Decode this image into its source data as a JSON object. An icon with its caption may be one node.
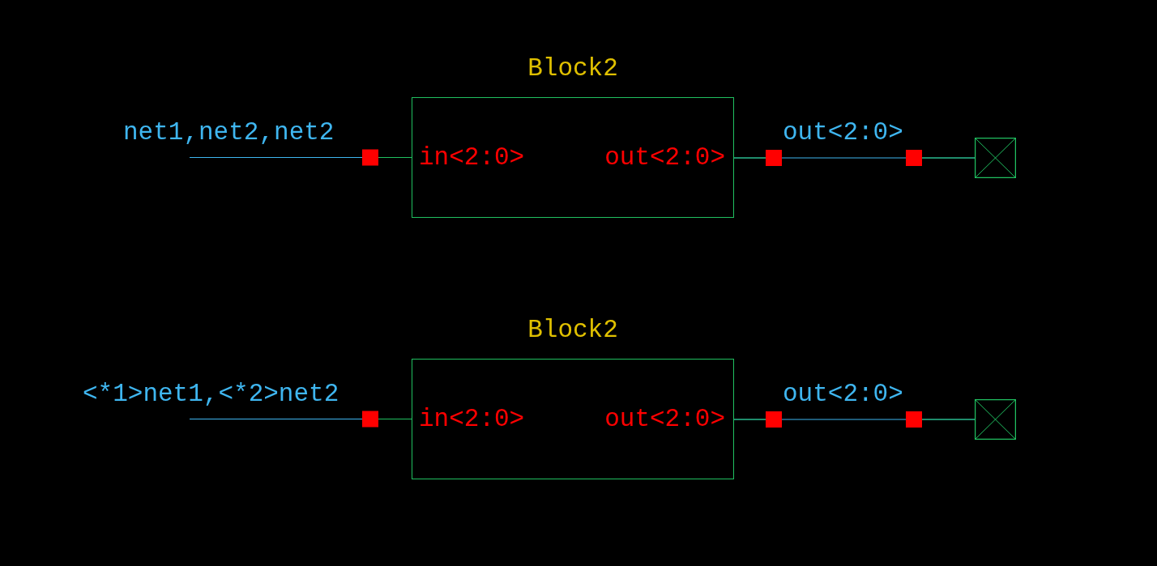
{
  "diagram": {
    "nodes": [
      {
        "text": [
          "Block2",
          "in<2:0>",
          "out<2:0>"
        ]
      },
      {
        "text": [],
        "shape": "box"
      },
      {
        "text": [
          "Block2",
          "in<2:0>",
          "out<2:0>"
        ]
      },
      {
        "text": [],
        "shape": "box"
      }
    ],
    "edges": [
      {
        "from": null,
        "to": 0,
        "arrow": "none",
        "label": "net1,net2,net2"
      },
      {
        "from": 0,
        "to": 1,
        "arrow": "none",
        "label": "out<2:0>"
      },
      {
        "from": null,
        "to": 2,
        "arrow": "none",
        "label": "<*1>net1,<*2>net2"
      },
      {
        "from": 2,
        "to": 3,
        "arrow": "none",
        "label": "out<2:0>"
      }
    ]
  }
}
